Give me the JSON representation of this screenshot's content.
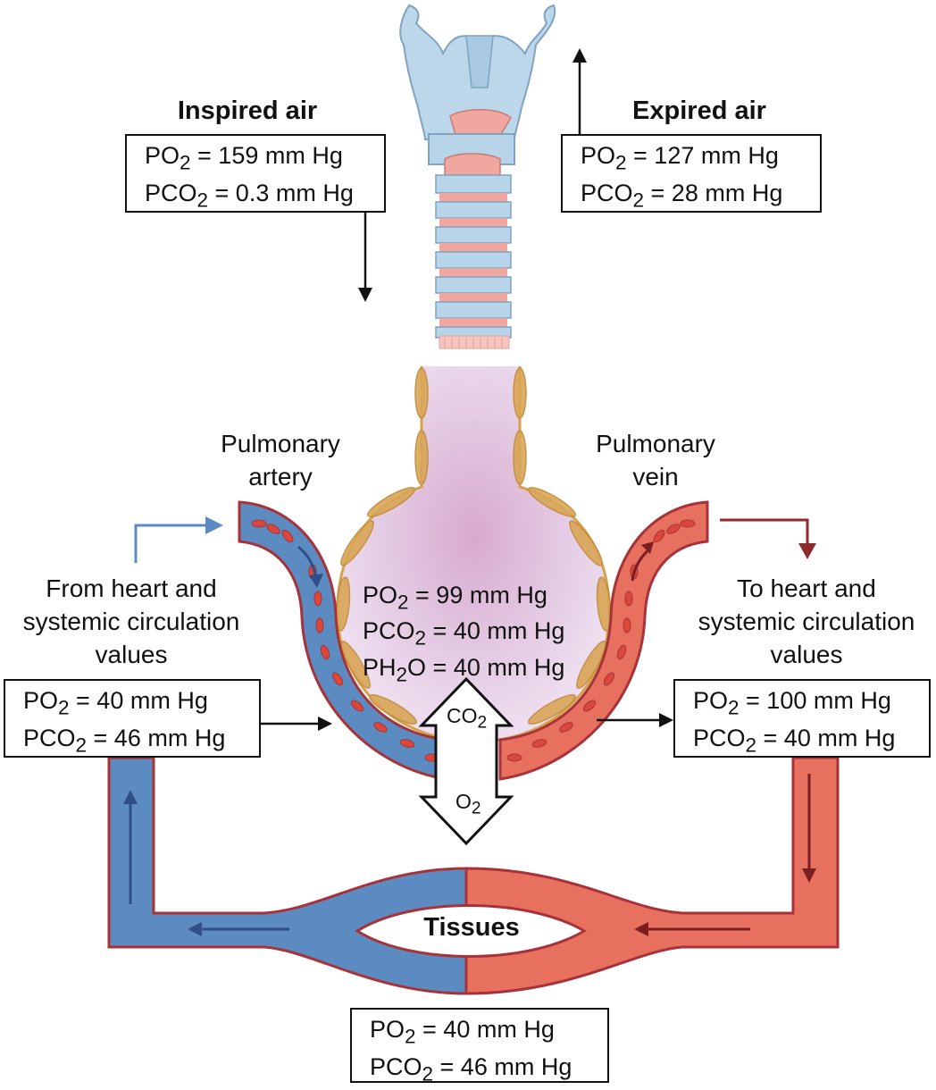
{
  "inspired": {
    "title": "Inspired air",
    "po2_pre": "PO",
    "po2_sub": "2",
    "po2_val": " = 159 mm Hg",
    "pco2_pre": "PCO",
    "pco2_sub": "2",
    "pco2_val": " = 0.3 mm Hg"
  },
  "expired": {
    "title": "Expired air",
    "po2_pre": "PO",
    "po2_sub": "2",
    "po2_val": " = 127 mm Hg",
    "pco2_pre": "PCO",
    "pco2_sub": "2",
    "pco2_val": " = 28 mm Hg"
  },
  "pulmonary_artery": {
    "line1": "Pulmonary",
    "line2": "artery"
  },
  "pulmonary_vein": {
    "line1": "Pulmonary",
    "line2": "vein"
  },
  "from_heart": {
    "line1": "From heart and",
    "line2": "systemic circulation",
    "line3": "values",
    "po2_pre": "PO",
    "po2_sub": "2",
    "po2_val": " = 40 mm Hg",
    "pco2_pre": "PCO",
    "pco2_sub": "2",
    "pco2_val": " = 46 mm Hg"
  },
  "to_heart": {
    "line1": "To heart and",
    "line2": "systemic circulation",
    "line3": "values",
    "po2_pre": "PO",
    "po2_sub": "2",
    "po2_val": " = 100 mm Hg",
    "pco2_pre": "PCO",
    "pco2_sub": "2",
    "pco2_val": " = 40 mm Hg"
  },
  "alveolus": {
    "po2_pre": "PO",
    "po2_sub": "2",
    "po2_val": " = 99 mm Hg",
    "pco2_pre": "PCO",
    "pco2_sub": "2",
    "pco2_val": " = 40 mm Hg",
    "ph2o_pre": "PH",
    "ph2o_sub": "2",
    "ph2o_val": "O = 40 mm Hg"
  },
  "exchange": {
    "co2_pre": "CO",
    "co2_sub": "2",
    "o2_pre": "O",
    "o2_sub": "2"
  },
  "tissues": {
    "title": "Tissues",
    "po2_pre": "PO",
    "po2_sub": "2",
    "po2_val": " = 40 mm Hg",
    "pco2_pre": "PCO",
    "pco2_sub": "2",
    "pco2_val": " = 46 mm Hg"
  },
  "colors": {
    "venous_blue": "#5b8bc0",
    "arterial_red": "#e8705e",
    "vessel_outline": "#a8323a",
    "alveolus_fill": "#e7d6ea",
    "alveolus_wall": "#d6a24c",
    "trachea": "#b8d4e8",
    "cartilage_pink": "#f0a7a0",
    "rbc": "#d9483b",
    "arrow_blue": "#5b8bc0",
    "arrow_red": "#8e2a2e"
  }
}
